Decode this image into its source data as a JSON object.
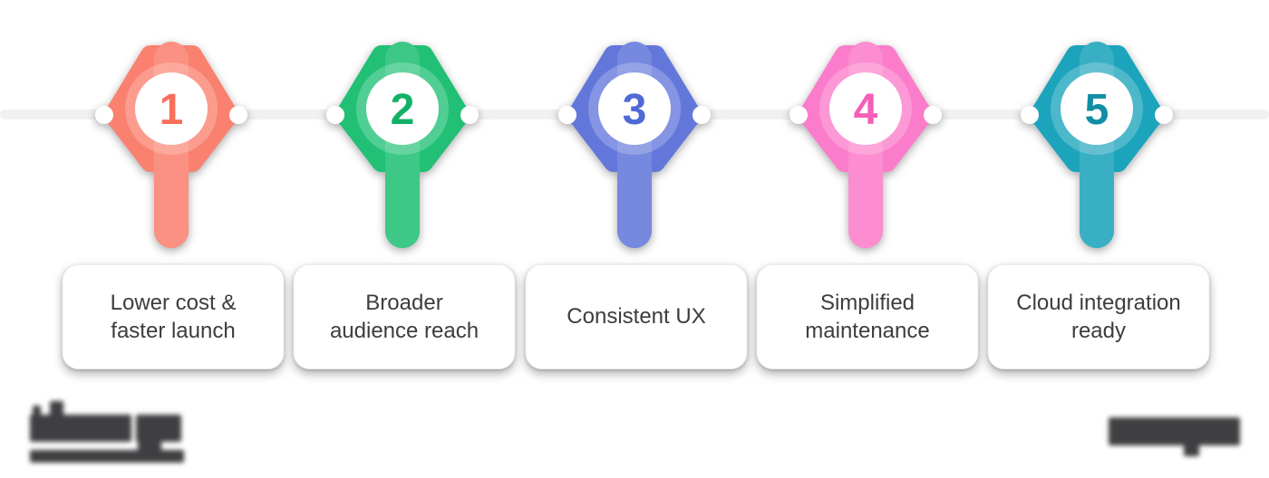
{
  "timeline": {
    "line_color": "#f1f1f2",
    "steps": [
      {
        "number": "1",
        "label": "Lower cost &\nfaster launch",
        "body_color": "#FA8170",
        "number_color": "#F8705C"
      },
      {
        "number": "2",
        "label": "Broader\naudience reach",
        "body_color": "#21C075",
        "number_color": "#11B267"
      },
      {
        "number": "3",
        "label": "Consistent UX",
        "body_color": "#6377DB",
        "number_color": "#5169D6"
      },
      {
        "number": "4",
        "label": "Simplified\nmaintenance",
        "body_color": "#FB7CCA",
        "number_color": "#F55FB8"
      },
      {
        "number": "5",
        "label": "Cloud integration\nready",
        "body_color": "#1CA4BC",
        "number_color": "#128EA4"
      }
    ]
  },
  "watermarks": {
    "left": "blurred illegible wordmark with underline",
    "right": "blurred illegible wordmark"
  }
}
